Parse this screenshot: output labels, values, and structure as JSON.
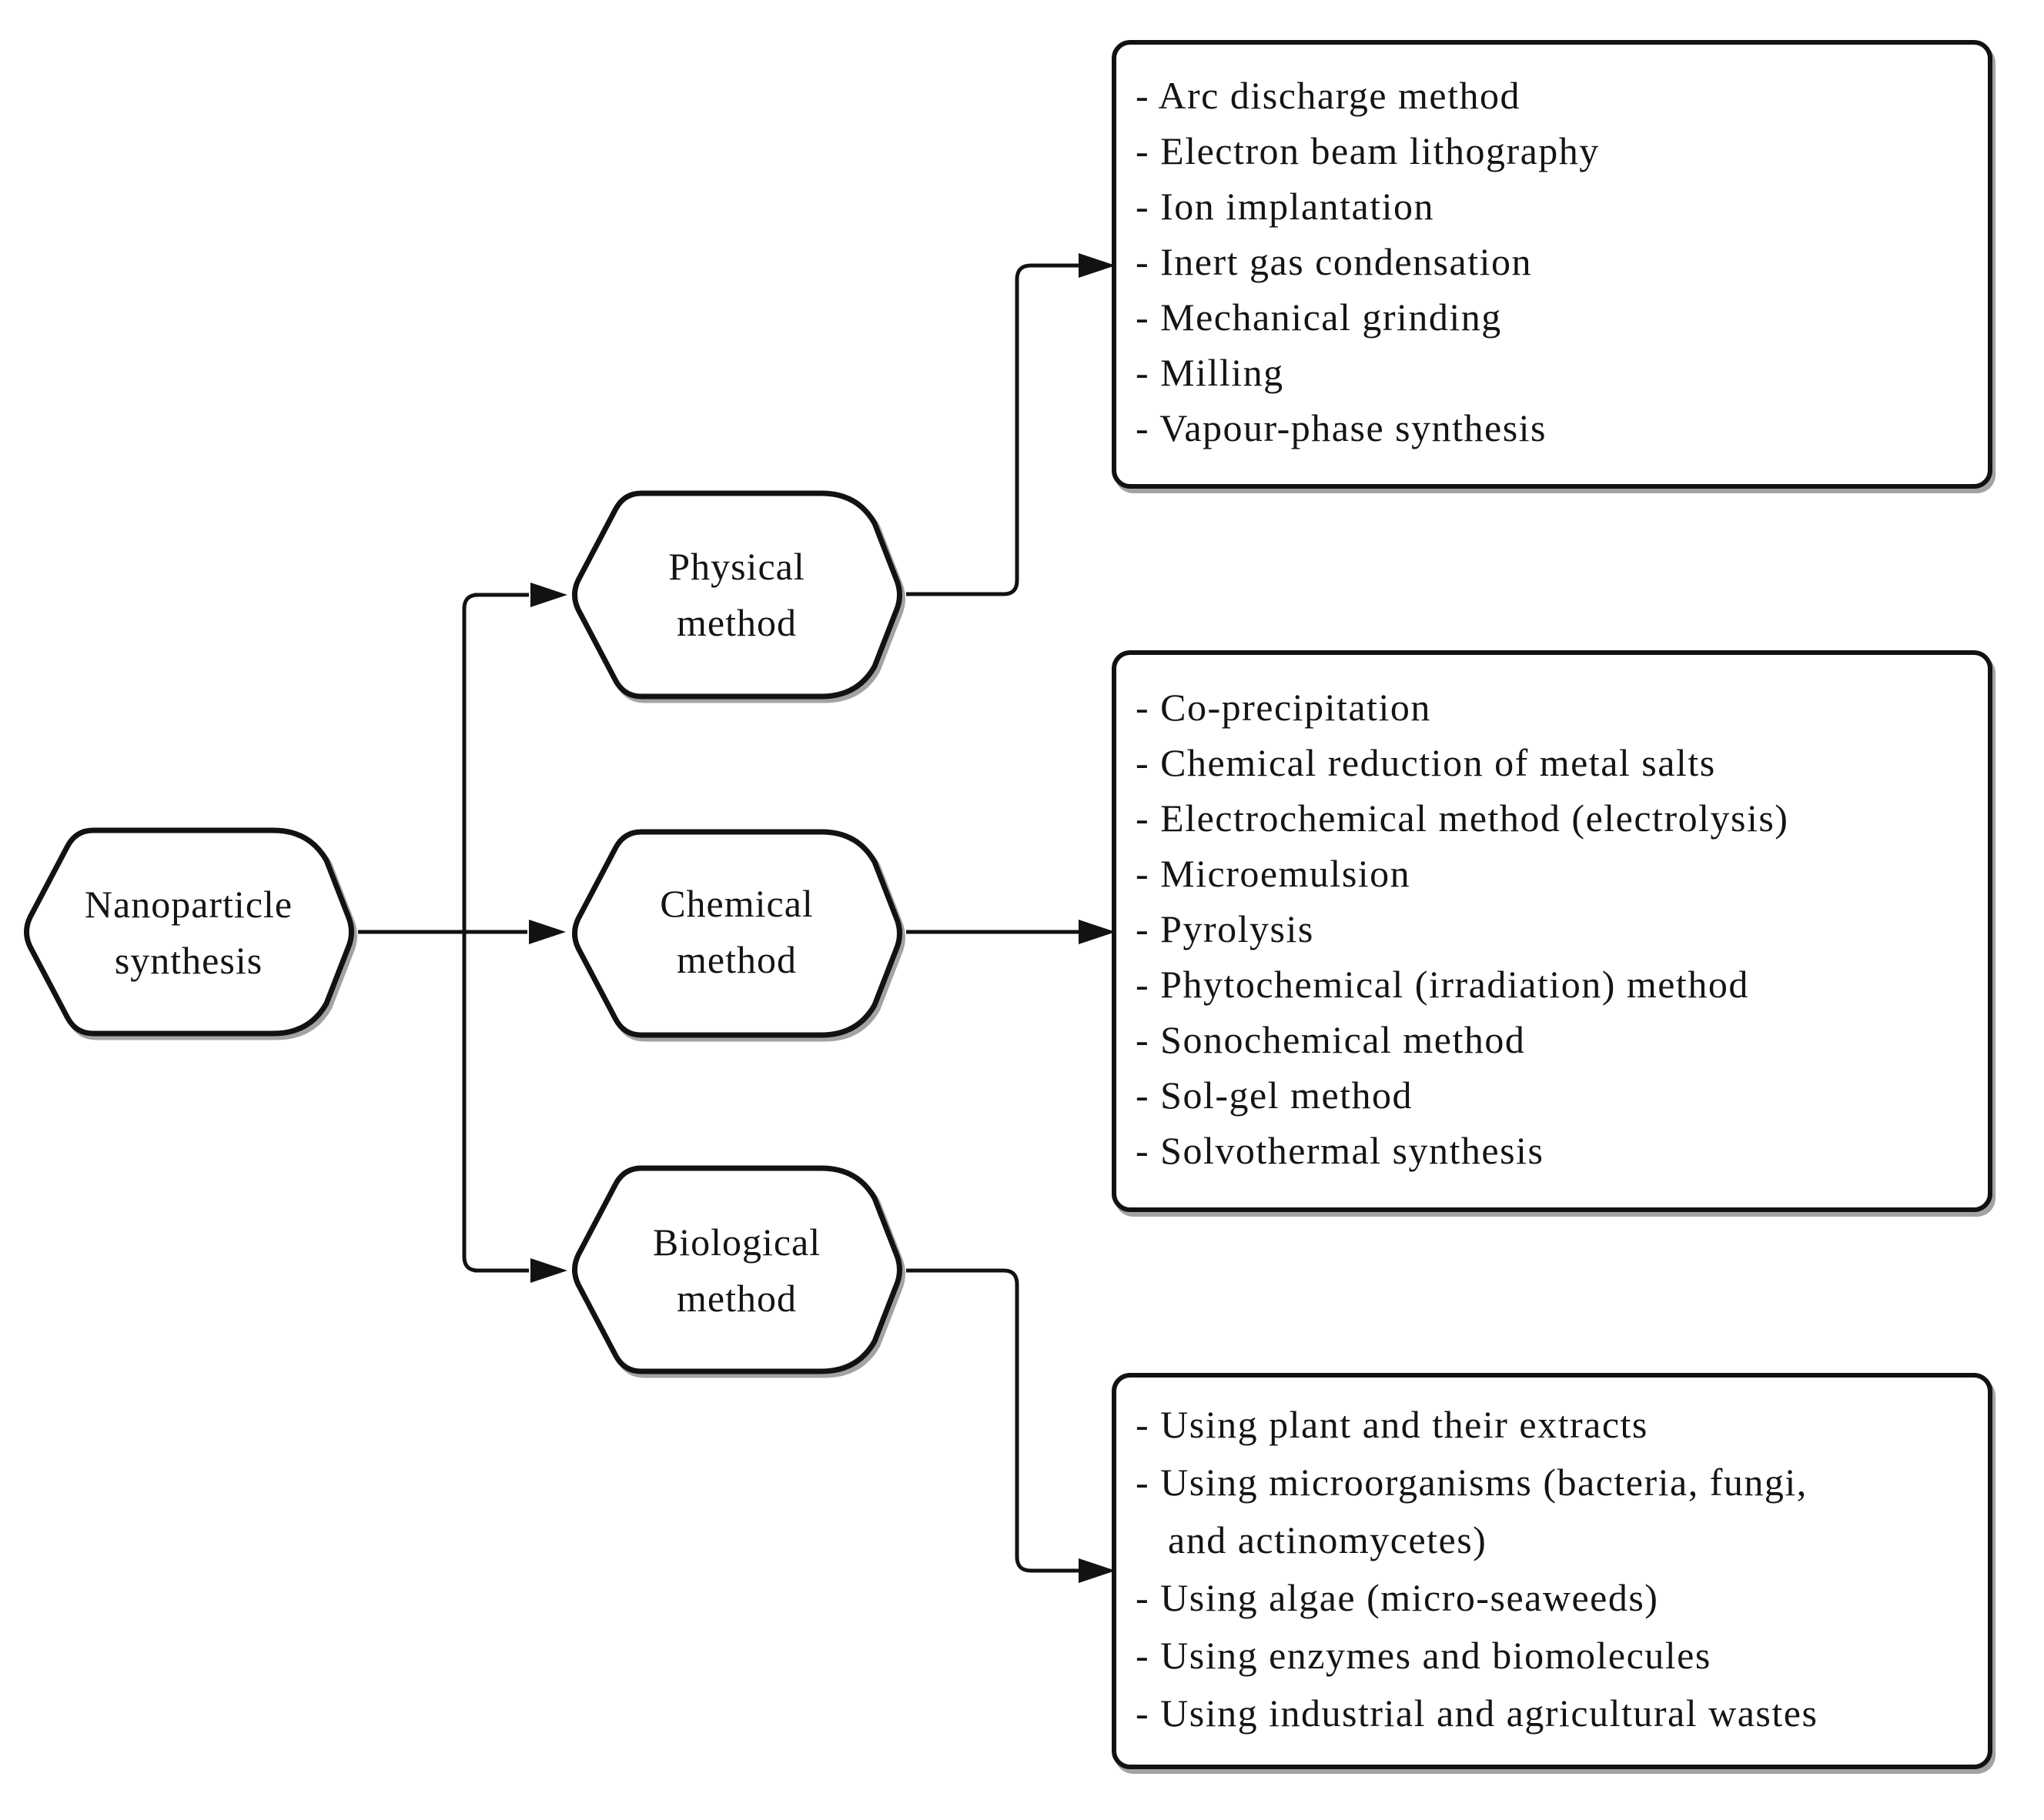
{
  "diagram": {
    "title_hint": "Nanoparticle synthesis methods flowchart",
    "colors": {
      "stroke": "#121212",
      "background": "#ffffff",
      "shadow": "#a3a3a3"
    },
    "root": {
      "label": "Nanoparticle synthesis"
    },
    "branches": [
      {
        "label": "Physical method",
        "items": [
          "- Arc discharge method",
          "- Electron beam lithography",
          "- Ion implantation",
          "- Inert gas condensation",
          "- Mechanical grinding",
          "- Milling",
          "- Vapour-phase synthesis"
        ]
      },
      {
        "label": "Chemical method",
        "items": [
          "- Co-precipitation",
          "- Chemical reduction of metal salts",
          "- Electrochemical method (electrolysis)",
          "- Microemulsion",
          "- Pyrolysis",
          "- Phytochemical (irradiation) method",
          "- Sonochemical method",
          "- Sol-gel method",
          "- Solvothermal synthesis"
        ]
      },
      {
        "label": "Biological method",
        "items": [
          "- Using plant and their extracts",
          "- Using microorganisms (bacteria, fungi,",
          "   and actinomycetes)",
          "- Using algae (micro-seaweeds)",
          "- Using enzymes and biomolecules",
          "- Using industrial and agricultural wastes"
        ]
      }
    ]
  }
}
